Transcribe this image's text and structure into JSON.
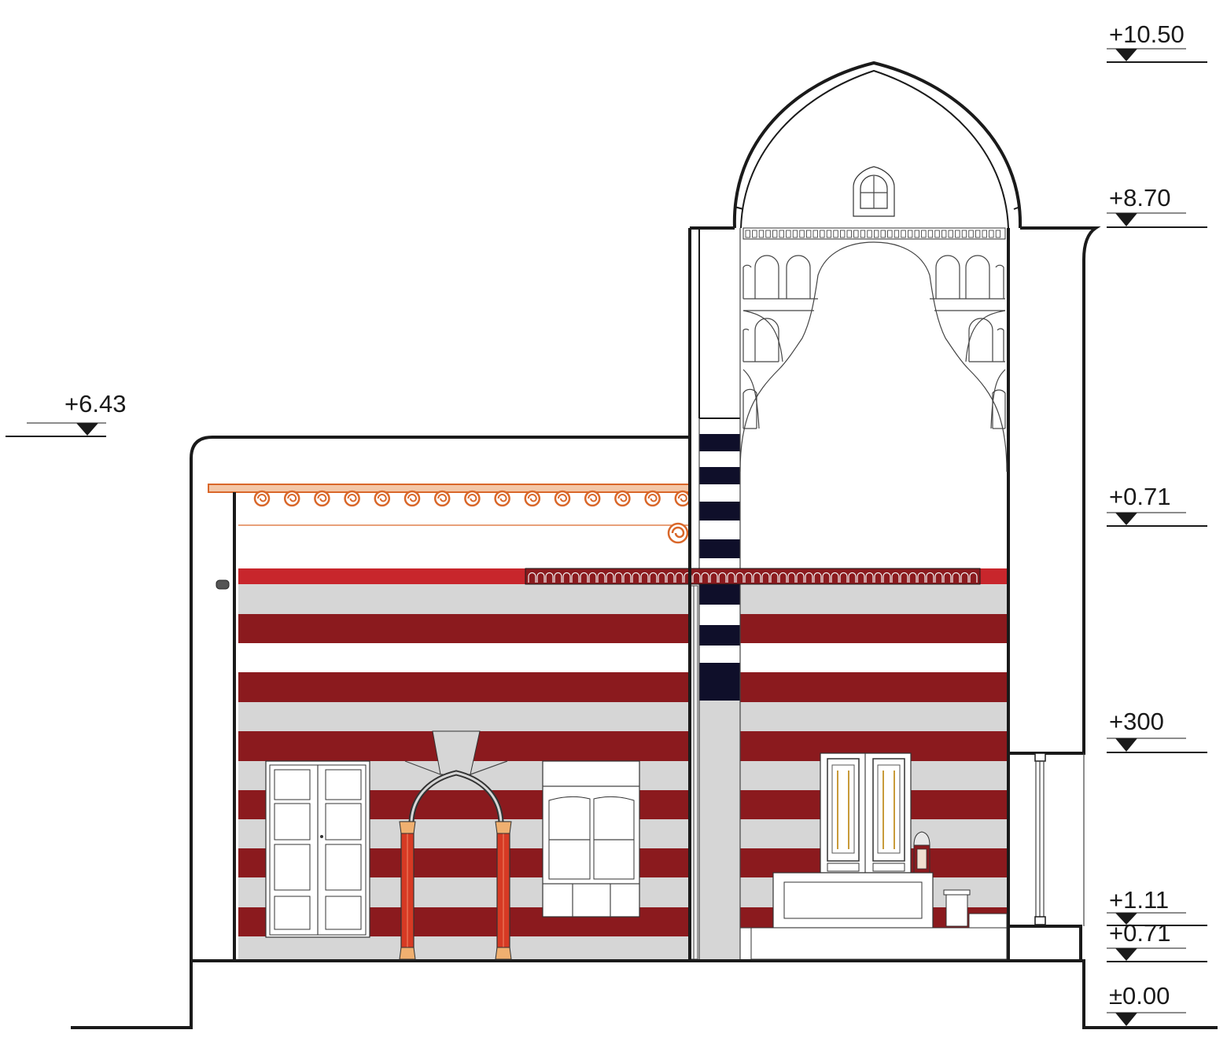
{
  "levels": [
    {
      "id": "lvl-1050",
      "label": "+10.50"
    },
    {
      "id": "lvl-870",
      "label": "+8.70"
    },
    {
      "id": "lvl-071-upper",
      "label": "+0.71"
    },
    {
      "id": "lvl-300",
      "label": "+300"
    },
    {
      "id": "lvl-111",
      "label": "+1.11"
    },
    {
      "id": "lvl-071-lower",
      "label": "+0.71"
    },
    {
      "id": "lvl-000",
      "label": "±0.00"
    },
    {
      "id": "lvl-643",
      "label": "+6.43"
    }
  ],
  "colors": {
    "stripe_red": "#8b1a1e",
    "stripe_grey": "#d6d6d6",
    "band_red": "#c8262c",
    "ablaq_dark": "#0f0f2a",
    "rosette_orange": "#d9672a",
    "column_red": "#d63a24",
    "column_cap": "#f0b070",
    "outline": "#1a1a1a"
  },
  "icons": {
    "level_marker": "triangle-down-icon"
  }
}
